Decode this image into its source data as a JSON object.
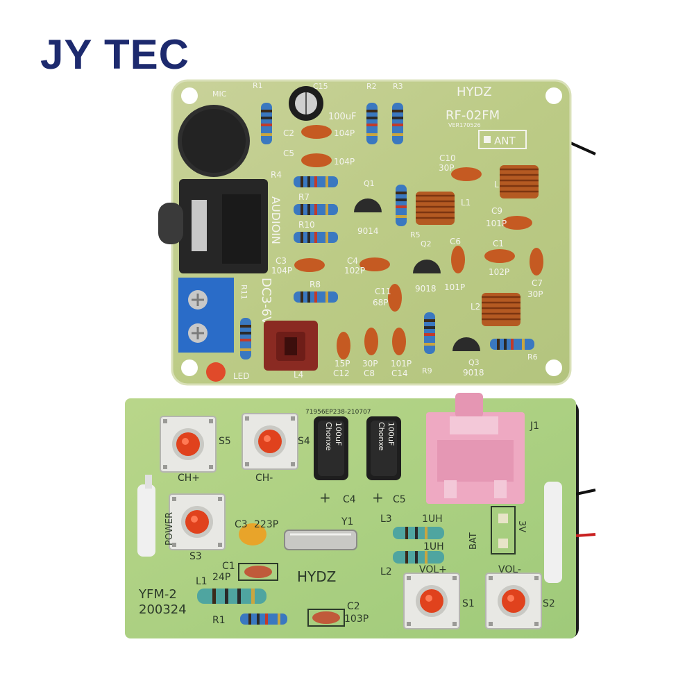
{
  "brand": "JY TEC",
  "board_top": {
    "brand": "HYDZ",
    "model": "RF-02FM",
    "version": "VER170526",
    "ant": "ANT",
    "power_label": "DC3-6V",
    "audio_label": "AUDIOIN",
    "labels": {
      "mic": "MIC",
      "r1": "R1",
      "c15": "C15",
      "r2": "R2",
      "r3": "R3",
      "c2": "C2",
      "c100uf": "100uF",
      "c2_val": "104P",
      "c5": "C5",
      "c5_val": "104P",
      "r4": "R4",
      "r7": "R7",
      "r10": "R10",
      "r8": "R8",
      "r11": "R11",
      "q1": "Q1",
      "q1_part": "9014",
      "q2": "Q2",
      "q2_part": "9018",
      "q3": "Q3",
      "q3_part": "9018",
      "r5": "R5",
      "r6": "R6",
      "r9": "R9",
      "l1": "L1",
      "l2": "L2",
      "l3": "L",
      "l4": "L4",
      "c10": "C10",
      "c10_val": "30P",
      "c9": "C9",
      "c9_val": "101P",
      "c6": "C6",
      "c6_val": "101P",
      "c1": "C1",
      "c1_val": "102P",
      "c7": "C7",
      "c7_val": "30P",
      "c3": "C3",
      "c3_val": "104P",
      "c4": "C4",
      "c4_val": "102P",
      "c11": "C11",
      "c11_val": "68P",
      "c12": "C12",
      "c12_val": "15P",
      "c8": "C8",
      "c8_val": "30P",
      "c14": "C14",
      "c14_val": "101P",
      "led": "LED"
    }
  },
  "board_bottom": {
    "model": "YFM-2",
    "date": "200324",
    "brand": "HYDZ",
    "serial": "71956EP238-210707",
    "j1": "J1",
    "bat": "BAT",
    "bat_v": "3V",
    "labels": {
      "s5": "S5",
      "ch_plus": "CH+",
      "s4": "S4",
      "ch_minus": "CH-",
      "power": "POWER",
      "s3": "S3",
      "c3": "C3",
      "c3_val": "223P",
      "y1": "Y1",
      "l3": "L3",
      "l3_val": "1UH",
      "l2": "L2",
      "l2_val": "1UH",
      "c1": "C1",
      "c1_val": "24P",
      "l1": "L1",
      "r1": "R1",
      "c2": "C2",
      "c2_val": "103P",
      "c4": "C4",
      "c5": "C5",
      "vol_plus": "VOL+",
      "s1": "S1",
      "vol_minus": "VOL-",
      "s2": "S2",
      "cap_brand": "Chonxe",
      "cap_val": "100uF"
    }
  }
}
